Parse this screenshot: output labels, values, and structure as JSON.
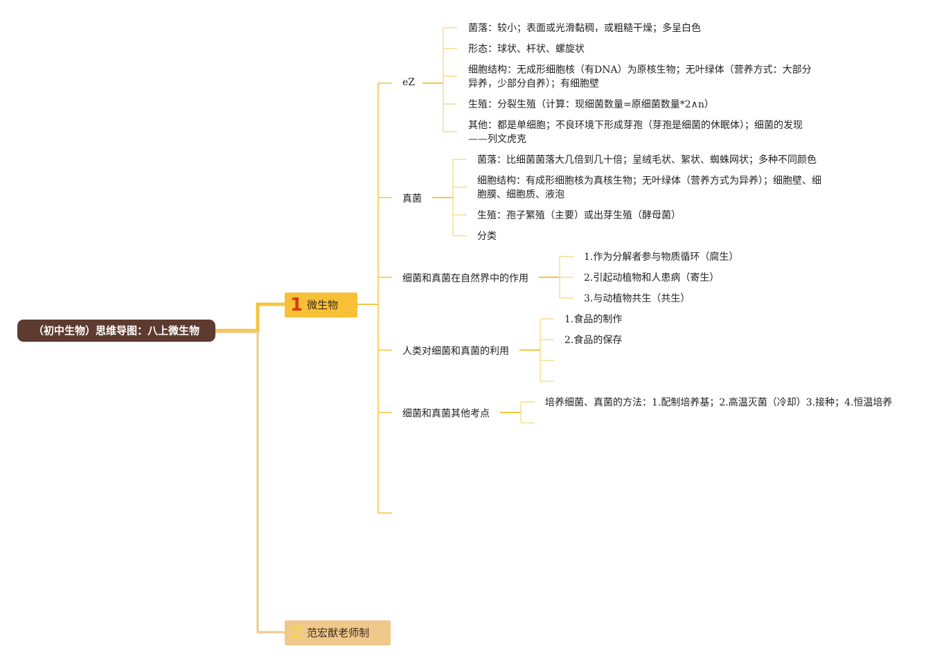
{
  "root": {
    "title": "（初中生物）思维导图：八上微生物"
  },
  "topic1": {
    "num": "1",
    "label": "微生物"
  },
  "topic2": {
    "num": "2",
    "label": "范宏猷老师制"
  },
  "subtopics": [
    {
      "label": "eZ",
      "children": [
        "菌落：较小；表面或光滑黏稠，或粗糙干燥；多呈白色",
        "形态：球状、杆状、螺旋状",
        "细胞结构：无成形细胞核（有DNA）为原核生物；无叶绿体（营养方式：大部分异养，少部分自养）；有细胞壁",
        "生殖：分裂生殖（计算：现细菌数量=原细菌数量*2∧n）",
        "其他：都是单细胞；不良环境下形成芽孢（芽孢是细菌的休眠体）；细菌的发现——列文虎克"
      ]
    },
    {
      "label": "真菌",
      "children": [
        "菌落：比细菌菌落大几倍到几十倍；呈绒毛状、絮状、蜘蛛网状；多种不同颜色",
        "细胞结构：有成形细胞核为真核生物；无叶绿体（营养方式为异养）；细胞壁、细胞膜、细胞质、液泡",
        "生殖：孢子繁殖（主要）或出芽生殖（酵母菌）",
        "分类"
      ]
    },
    {
      "label": "细菌和真菌在自然界中的作用",
      "children": [
        "1.作为分解者参与物质循环（腐生）",
        "2.引起动植物和人患病（寄生）",
        "3.与动植物共生（共生）"
      ]
    },
    {
      "label": "人类对细菌和真菌的利用",
      "children": [
        "1.食品的制作",
        "2.食品的保存"
      ]
    },
    {
      "label": "细菌和真菌其他考点",
      "children": [
        "培养细菌、真菌的方法：1.配制培养基；2.高温灭菌（冷却）3.接种；4.恒温培养"
      ]
    }
  ],
  "colors": {
    "root_bg": "#5e3b30",
    "topic1_bg": "#f7c036",
    "topic2_bg": "#efc88a",
    "line": "#f5c542",
    "line_light": "#f7dd8e"
  }
}
